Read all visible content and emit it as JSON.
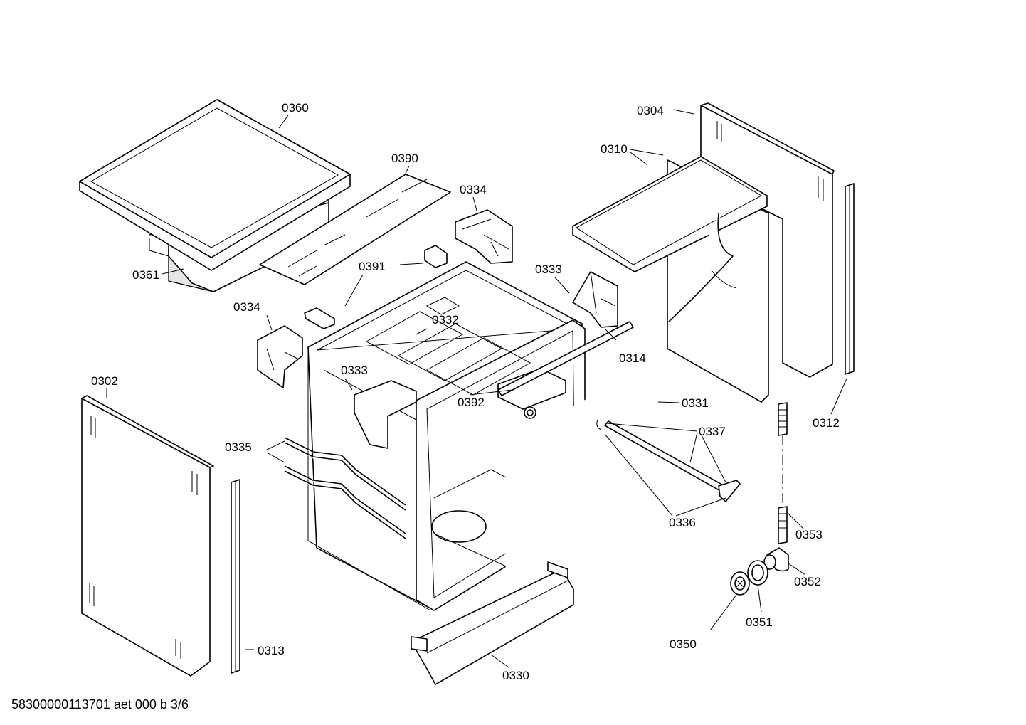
{
  "labels": {
    "l0360": "0360",
    "l0390": "0390",
    "l0334a": "0334",
    "l0361": "0361",
    "l0391": "0391",
    "l0333a": "0333",
    "l0334b": "0334",
    "l0332": "0332",
    "l0304": "0304",
    "l0310": "0310",
    "l0314": "0314",
    "l0302": "0302",
    "l0333b": "0333",
    "l0392": "0392",
    "l0331": "0331",
    "l0337": "0337",
    "l0312": "0312",
    "l0335": "0335",
    "l0336": "0336",
    "l0353": "0353",
    "l0352": "0352",
    "l0351": "0351",
    "l0350": "0350",
    "l0313": "0313",
    "l0330": "0330"
  },
  "footer": "58300000113701 aet 000 b 3/6"
}
